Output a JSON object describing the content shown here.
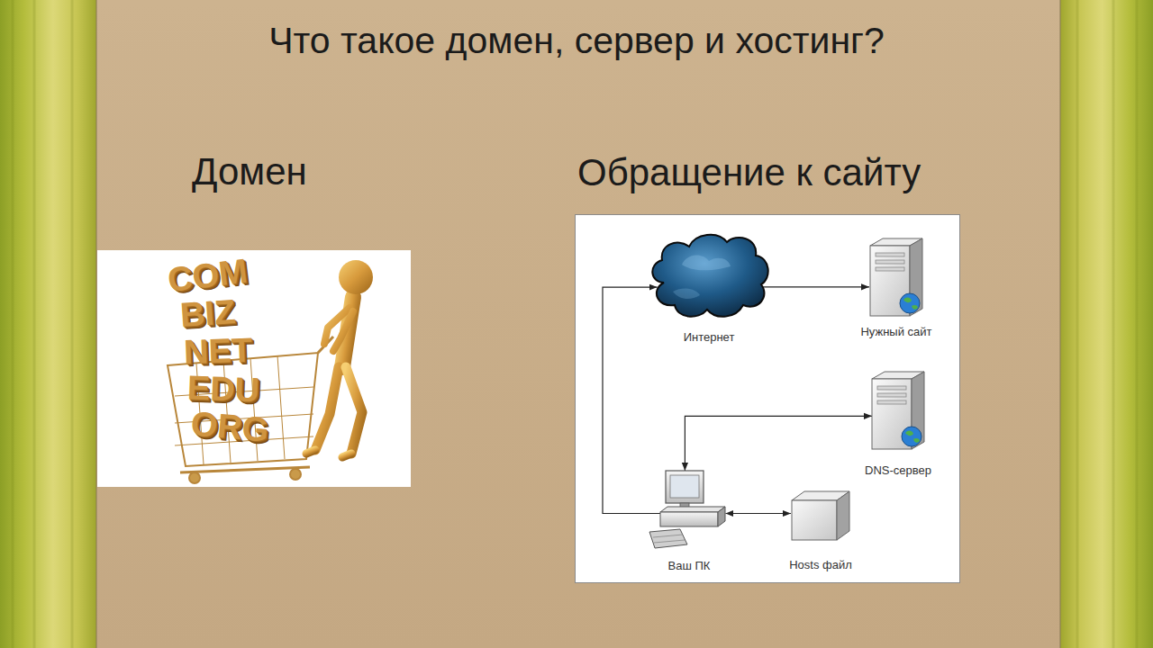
{
  "diagram": {
    "title": "Что такое домен, сервер и хостинг?",
    "nodes": [
      {
        "text": [
          "Домен"
        ]
      },
      {
        "text": [
          "Обращение к сайту"
        ]
      },
      {
        "text": [
          "Интернет"
        ],
        "in": 1
      },
      {
        "text": [
          "Нужный сайт"
        ],
        "in": 1
      },
      {
        "text": [
          "DNS-сервер"
        ],
        "in": 1
      },
      {
        "text": [
          "Ваш ПК"
        ],
        "in": 1
      },
      {
        "text": [
          "Hosts файл"
        ],
        "in": 1
      }
    ],
    "edges": [
      {
        "from": 2,
        "to": 3,
        "arrow": "to"
      },
      {
        "from": 5,
        "to": 2,
        "arrow": "to"
      },
      {
        "from": 5,
        "to": 4,
        "arrow": "both"
      },
      {
        "from": 5,
        "to": 6,
        "arrow": "both"
      }
    ],
    "labels": [
      "COM",
      "BIZ",
      "NET",
      "EDU",
      "ORG"
    ]
  }
}
